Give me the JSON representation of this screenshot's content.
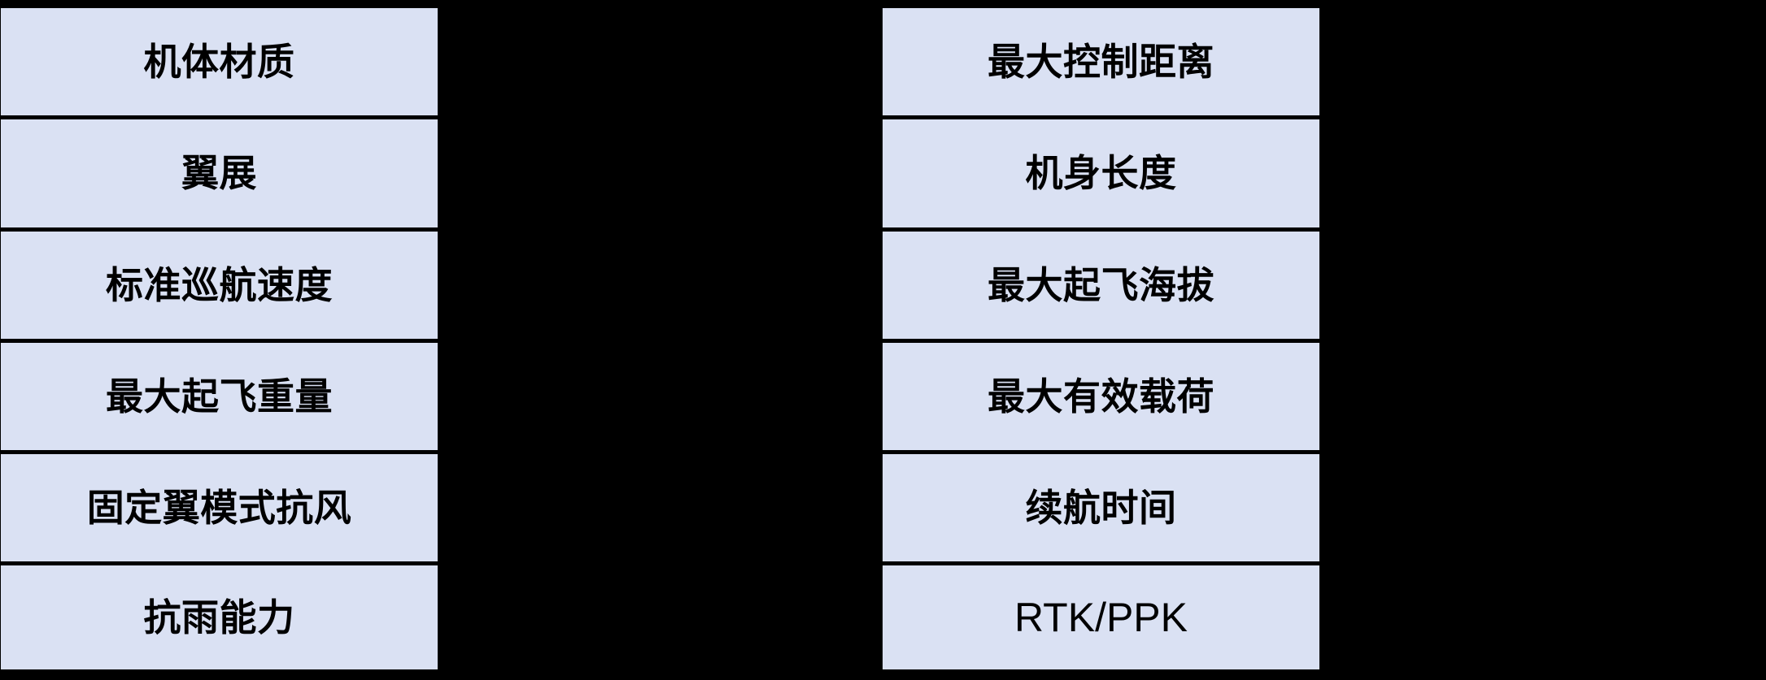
{
  "appearance": {
    "background_color": "#000000",
    "cell_fill_color": "#dae1f3",
    "cell_border_color": "#000000",
    "text_color": "#000000"
  },
  "columns": [
    {
      "name": "left-spec-column",
      "cells": [
        {
          "label": "机体材质",
          "script": "han"
        },
        {
          "label": "翼展",
          "script": "han"
        },
        {
          "label": "标准巡航速度",
          "script": "han"
        },
        {
          "label": "最大起飞重量",
          "script": "han"
        },
        {
          "label": "固定翼模式抗风",
          "script": "han"
        },
        {
          "label": "抗雨能力",
          "script": "han"
        }
      ]
    },
    {
      "name": "right-spec-column",
      "cells": [
        {
          "label": "最大控制距离",
          "script": "han"
        },
        {
          "label": "机身长度",
          "script": "han"
        },
        {
          "label": "最大起飞海拔",
          "script": "han"
        },
        {
          "label": "最大有效载荷",
          "script": "han"
        },
        {
          "label": "续航时间",
          "script": "han"
        },
        {
          "label": "RTK/PPK",
          "script": "latin"
        }
      ]
    }
  ]
}
